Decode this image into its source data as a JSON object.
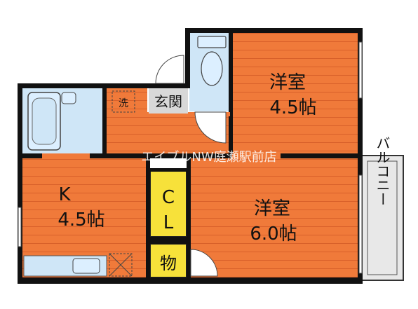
{
  "rooms": {
    "bedroom_top": {
      "name": "洋室",
      "size": "4.5帖"
    },
    "bedroom_bottom": {
      "name": "洋室",
      "size": "6.0帖"
    },
    "kitchen": {
      "name": "K",
      "size": "4.5帖"
    },
    "closet_c": "C",
    "closet_l": "L",
    "storage": "物",
    "entrance": "玄関",
    "laundry": "洗",
    "balcony": "バルコニー"
  },
  "watermark": "エイブルNW庭瀬駅前店",
  "colors": {
    "floor": "#f07a3a",
    "floor_grain": "#d8602a",
    "wall": "#111111",
    "wet_area": "#cfe6f7",
    "closet": "#f7e13a",
    "entrance": "#d8d8d8",
    "balcony": "#e8e8e8"
  }
}
